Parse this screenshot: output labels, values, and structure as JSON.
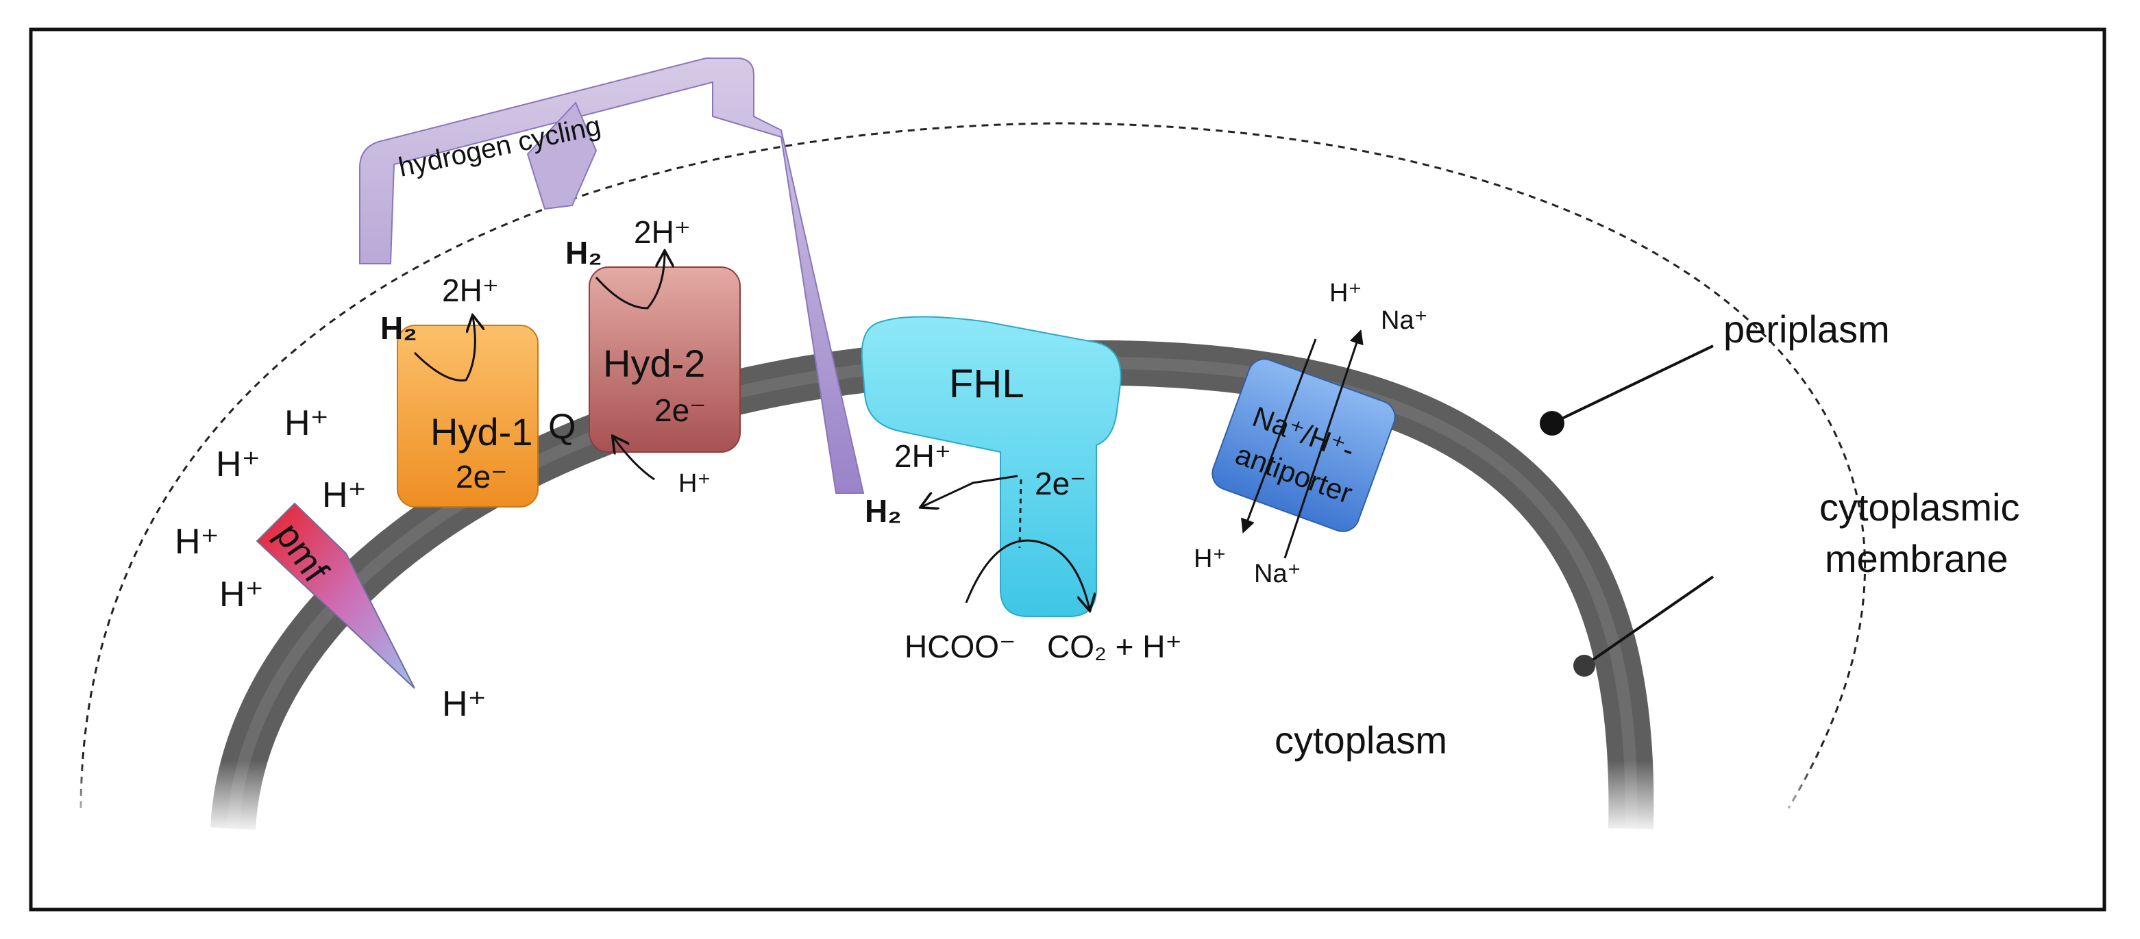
{
  "regions": {
    "periplasm": "periplasm",
    "membrane_line1": "cytoplasmic",
    "membrane_line2": "membrane",
    "cytoplasm": "cytoplasm"
  },
  "cycling_label": "hydrogen cycling",
  "protons": {
    "h_plus": "H⁺",
    "two_h_plus": "2H⁺"
  },
  "hyd1": {
    "name": "Hyd-1",
    "electrons": "2e⁻",
    "h2": "H₂",
    "release": "2H⁺"
  },
  "hyd2": {
    "name": "Hyd-2",
    "electrons": "2e⁻",
    "h2": "H₂",
    "release": "2H⁺",
    "proton_in": "H⁺"
  },
  "quinone": "Q",
  "pmf": "pmf",
  "fhl": {
    "name": "FHL",
    "electrons": "2e⁻",
    "proton_in": "2H⁺",
    "h2_out": "H₂",
    "substrate": "HCOO⁻",
    "products": "CO₂ + H⁺"
  },
  "antiporter": {
    "line1": "Na⁺/H⁺-",
    "line2": "antiporter",
    "h_top": "H⁺",
    "na_top": "Na⁺",
    "h_bottom": "H⁺",
    "na_bottom": "Na⁺"
  },
  "colors": {
    "membrane": "#5a5a5a",
    "hyd1": "#f2a23c",
    "hyd2": "#b96a6a",
    "fhl": "#5fd3ee",
    "antiporter": "#5b93e0",
    "cycling_arrow": "#a48ccf",
    "pmf_top": "#e8252b",
    "pmf_bottom": "#8fb0e8"
  }
}
